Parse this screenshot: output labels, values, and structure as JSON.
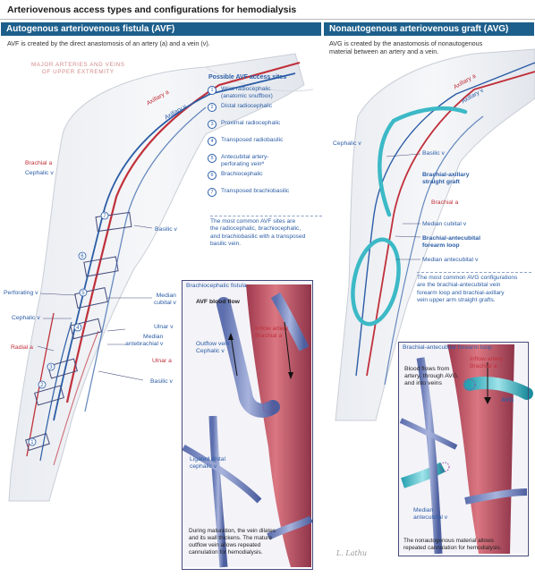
{
  "title": "Arteriovenous access types and configurations for hemodialysis",
  "avf": {
    "header": "Autogenous arteriovenous fistula (AVF)",
    "subtitle": "AVF is created by the direct anastomosis of an artery (a) and a vein (v).",
    "major_label": "MAJOR ARTERIES AND VEINS\nOF UPPER EXTREMITY",
    "labels": {
      "axillary_a": "Axillary a",
      "axillary_v": "Axillary v",
      "brachial_a": "Brachial a",
      "cephalic_v": "Cephalic v",
      "basilic_v": "Basilic v",
      "perforating_v": "Perforating v",
      "cephalic_v2": "Cephalic v",
      "radial_a": "Radial a",
      "median_cubital_v": "Median\ncubital v",
      "ulnar_v": "Ulnar v",
      "median_antebrachial_v": "Median\nantebrachial v",
      "ulnar_a": "Ulnar a",
      "basilic_v2": "Basilic v"
    },
    "sites_title": "Possible AVF access sites",
    "sites": [
      {
        "num": "1",
        "label": "Wrist radiocephalic\n(anatomic snuffbox)"
      },
      {
        "num": "2",
        "label": "Distal radiocephalic"
      },
      {
        "num": "3",
        "label": "Proximal radiocephalic"
      },
      {
        "num": "4",
        "label": "Transposed radiobasilic"
      },
      {
        "num": "5",
        "label": "Antecubital artery-\nperforating veinª"
      },
      {
        "num": "6",
        "label": "Brachiocephalic"
      },
      {
        "num": "7",
        "label": "Transposed brachiobasilic"
      }
    ],
    "note": "The most common AVF sites are\nthe radiocephalic, brachiocephalic,\nand brachiobasilic with a transposed\nbasilic vein.",
    "inset": {
      "title": "Brachiocephalic fistula",
      "avf_blood_flow": "AVF blood flow",
      "inflow": "Inflow artery\nBrachial a",
      "outflow": "Outflow vein\nCephalic v",
      "ligated": "Ligated distal\ncephalic v",
      "caption": "During maturation, the vein dilates\nand its wall thickens. The mature\noutflow vein allows repeated\ncannulation for hemodialysis."
    }
  },
  "avg": {
    "header": "Nonautogenous arteriovenous graft (AVG)",
    "subtitle": "AVG is created by the anastomosis of nonautogenous\nmaterial between an artery and a vein.",
    "labels": {
      "axillary_a": "Axillary a",
      "axillary_v": "Axillary v",
      "cephalic_v": "Cephalic v",
      "basilic_v": "Basilic v",
      "straight_graft": "Brachial-axillary\nstraight graft",
      "brachial_a": "Brachial a",
      "median_cubital_v": "Median cubital v",
      "forearm_loop": "Brachial-antecubital\nforearm loop",
      "median_antecubital_v": "Median antecubital v"
    },
    "note": "The most common AVG configurations\nare the brachial-antecubital vein\nforearm loop and brachial-axillary\nvein upper arm straight grafts.",
    "inset": {
      "title": "Brachial-antecubital forearm loop",
      "inflow": "Inflow artery\nBrachial a",
      "blood_flows": "Blood flows from\nartery, through AVG,\nand into veins",
      "avg_label": "AVG",
      "median_v": "Median\nantecubital v",
      "caption": "The nonautogenous material allows\nrepeated cannulation for hemodialysis."
    }
  },
  "signature": "L. Lathu",
  "colors": {
    "header_bg": "#1d5f8c",
    "artery": "#c0303a",
    "vein": "#2b5da6",
    "graft": "#3cb9c6"
  }
}
